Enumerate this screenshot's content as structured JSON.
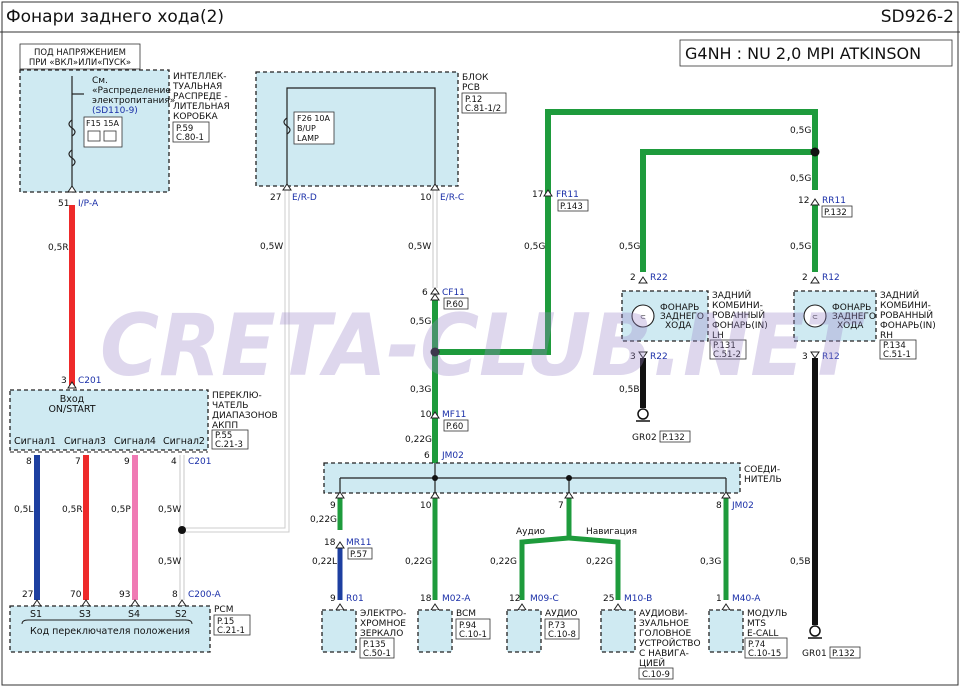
{
  "header": {
    "title": "Фонари заднего хода(2)",
    "code": "SD926-2",
    "engine": "G4NH : NU 2,0 MPI ATKINSON"
  },
  "watermark": "CRETA-CLUB.NET",
  "icm": {
    "supply_line1": "ПОД НАПРЯЖЕНИЕМ",
    "supply_line2": "ПРИ «ВКЛ»ИЛИ«ПУСК»",
    "see1": "См.",
    "see2": "«Распределение",
    "see3": "электропитания»",
    "see_ref": "(SD110-9)",
    "fuse1": "F15 15A",
    "name1": "ИНТЕЛЛЕК-",
    "name2": "ТУАЛЬНАЯ",
    "name3": "РАСПРЕДЕ -",
    "name4": "ЛИТЕЛЬНАЯ",
    "name5": "КОРОБКА",
    "ref1": "P.59",
    "ref2": "C.80-1",
    "pin": "51",
    "conn": "I/P-A"
  },
  "pcb": {
    "name1": "БЛОК",
    "name2": "PCB",
    "ref1": "P.12",
    "ref2": "C.81-1/2",
    "fuse1": "F26 10A",
    "fuse2": "B/UP",
    "fuse3": "LAMP",
    "pin_left": "27",
    "conn_left": "E/R-D",
    "pin_right": "10",
    "conn_right": "E/R-C"
  },
  "switch": {
    "pin_in": "3",
    "conn_in": "C201",
    "label1": "Вход",
    "label2": "ON/START",
    "name1": "ПЕРЕКЛЮ-",
    "name2": "ЧАТЕЛЬ",
    "name3": "ДИАПАЗОНОВ",
    "name4": "АКПП",
    "ref1": "P.55",
    "ref2": "C.21-3",
    "sig1": "Сигнал1",
    "sig3": "Сигнал3",
    "sig4": "Сигнал4",
    "sig2": "Сигнал2",
    "pin_s1": "8",
    "pin_s3": "7",
    "pin_s4": "9",
    "pin_s2": "4",
    "conn_out": "C201"
  },
  "pcm": {
    "pin_s1": "27",
    "pin_s3": "70",
    "pin_s4": "93",
    "pin_s2": "8",
    "conn": "C200-A",
    "s1": "S1",
    "s3": "S3",
    "s4": "S4",
    "s2": "S2",
    "label": "Код переключателя положения",
    "name": "PCM",
    "ref1": "P.15",
    "ref2": "C.21-1"
  },
  "wires": {
    "red_main": "0,5R",
    "white_left": "0,5W",
    "white_e": "0,5W",
    "l1": "0,5L",
    "r3": "0,5R",
    "p4": "0,5P",
    "w2a": "0,5W",
    "w2b": "0,5W",
    "g_cf": "0,5G",
    "g_top": "0,5G",
    "g_fr": "0,5G",
    "g_lh": "0,5G",
    "g_rh1": "0,5G",
    "g_rh2": "0,5G",
    "g_rh3": "0,5G",
    "g_03": "0,3G",
    "g_022": "0,22G",
    "b_lh": "0,5B",
    "b_rh": "0,5B",
    "g_mr": "0,22G",
    "l_mr": "0,22L",
    "g_bcm": "0,22G",
    "g_aud": "0,22G",
    "g_nav": "0,22G",
    "g_mts": "0,3G"
  },
  "connectors": {
    "cf11_pin": "6",
    "cf11": "CF11",
    "cf11_ref": "P.60",
    "mf11_pin": "10",
    "mf11": "MF11",
    "mf11_ref": "P.60",
    "fr11_pin": "17",
    "fr11": "FR11",
    "fr11_ref": "P.143",
    "rr11_pin": "12",
    "rr11": "RR11",
    "rr11_ref": "P.132",
    "jm02_pin": "6",
    "jm02": "JM02"
  },
  "lamp_lh": {
    "pin_top": "2",
    "conn_top": "R22",
    "pin_bot": "3",
    "conn_bot": "R22",
    "label1": "ФОНАРЬ",
    "label2": "ЗАДНЕГО",
    "label3": "ХОДА",
    "name1": "ЗАДНИЙ",
    "name2": "КОМБИНИ-",
    "name3": "РОВАННЫЙ",
    "name4": "ФОНАРЬ(IN)",
    "name5": "LH",
    "ref1": "P.131",
    "ref2": "C.51-2",
    "ground": "GR02",
    "ground_ref": "P.132"
  },
  "lamp_rh": {
    "pin_top": "2",
    "conn_top": "R12",
    "pin_bot": "3",
    "conn_bot": "R12",
    "label1": "ФОНАРЬ",
    "label2": "ЗАДНЕГО",
    "label3": "ХОДА",
    "name1": "ЗАДНИЙ",
    "name2": "КОМБИНИ-",
    "name3": "РОВАННЫЙ",
    "name4": "ФОНАРЬ(IN)",
    "name5": "RH",
    "ref1": "P.134",
    "ref2": "C.51-1",
    "ground": "GR01",
    "ground_ref": "P.132"
  },
  "joint": {
    "name1": "СОЕДИ-",
    "name2": "НИТЕЛЬ",
    "pin9": "9",
    "pin10": "10",
    "pin7": "7",
    "pin8": "8",
    "conn": "JM02",
    "audio": "Аудио",
    "nav": "Навигация"
  },
  "modules": {
    "mirror": {
      "pin_in": "18",
      "conn_in": "MR11",
      "in_ref": "P.57",
      "pin": "9",
      "conn": "R01",
      "name1": "ЭЛЕКТРО-",
      "name2": "ХРОМНОЕ",
      "name3": "ЗЕРКАЛО",
      "ref1": "P.135",
      "ref2": "C.50-1"
    },
    "bcm": {
      "pin": "18",
      "conn": "M02-A",
      "name1": "BCM",
      "ref1": "P.94",
      "ref2": "C.10-1"
    },
    "audio": {
      "pin": "12",
      "conn": "M09-C",
      "name1": "АУДИО",
      "ref1": "P.73",
      "ref2": "C.10-8"
    },
    "nav": {
      "pin": "25",
      "conn": "M10-B",
      "name1": "АУДИОВИ-",
      "name2": "ЗУАЛЬНОЕ",
      "name3": "ГОЛОВНОЕ",
      "name4": "УСТРОЙСТВО",
      "name5": "С НАВИГА-",
      "name6": "ЦИЕЙ",
      "ref1": "C.10-9"
    },
    "mts": {
      "pin": "1",
      "conn": "M40-A",
      "name1": "МОДУЛЬ",
      "name2": "MTS",
      "name3": "E-CALL",
      "ref1": "P.74",
      "ref2": "C.10-15"
    }
  },
  "colors": {
    "green": "#1e9b3c",
    "red": "#ee2a2a",
    "blue": "#1d3fa0",
    "pink": "#f07ab4",
    "black": "#111111",
    "box_fill": "#cfeaf2"
  }
}
